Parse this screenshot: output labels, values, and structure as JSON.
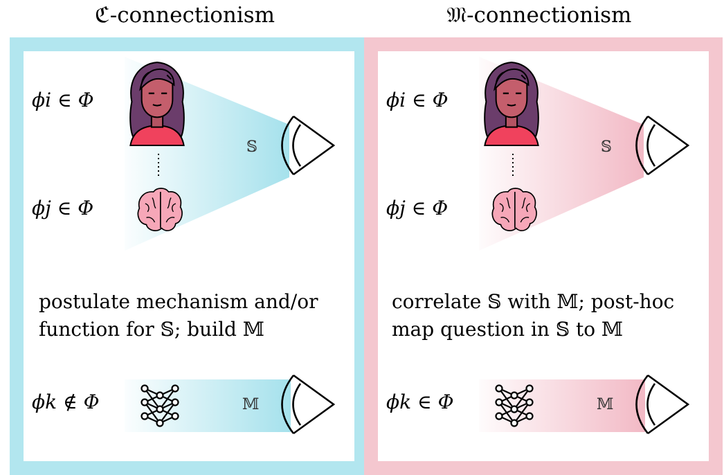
{
  "colors": {
    "c_panel": "#b2e6ef",
    "m_panel": "#f4c7cf",
    "c_beam": "#a5e1ec",
    "m_beam": "#f2b9c5",
    "brain": "#f6a7b8"
  },
  "panels": [
    {
      "title": "ℭ-connectionism",
      "phi_i": "ϕi ∈ Φ",
      "phi_j": "ϕj ∈ Φ",
      "phi_k": "ϕk ∉ Φ",
      "beam_top_label": "𝕊",
      "caption_line1": "postulate mechanism and/or",
      "caption_line2": "function for 𝕊; build 𝕄",
      "beam_bottom_label": "𝕄",
      "icons": [
        "person-icon",
        "brain-icon",
        "neural-network-icon",
        "eye-icon"
      ]
    },
    {
      "title": "𝔐-connectionism",
      "phi_i": "ϕi ∈ Φ",
      "phi_j": "ϕj ∈ Φ",
      "phi_k": "ϕk ∈ Φ",
      "beam_top_label": "𝕊",
      "caption_line1": "correlate 𝕊 with 𝕄; post-hoc",
      "caption_line2": "map question in 𝕊 to 𝕄",
      "beam_bottom_label": "𝕄",
      "icons": [
        "person-icon",
        "brain-icon",
        "neural-network-icon",
        "eye-icon"
      ]
    }
  ]
}
